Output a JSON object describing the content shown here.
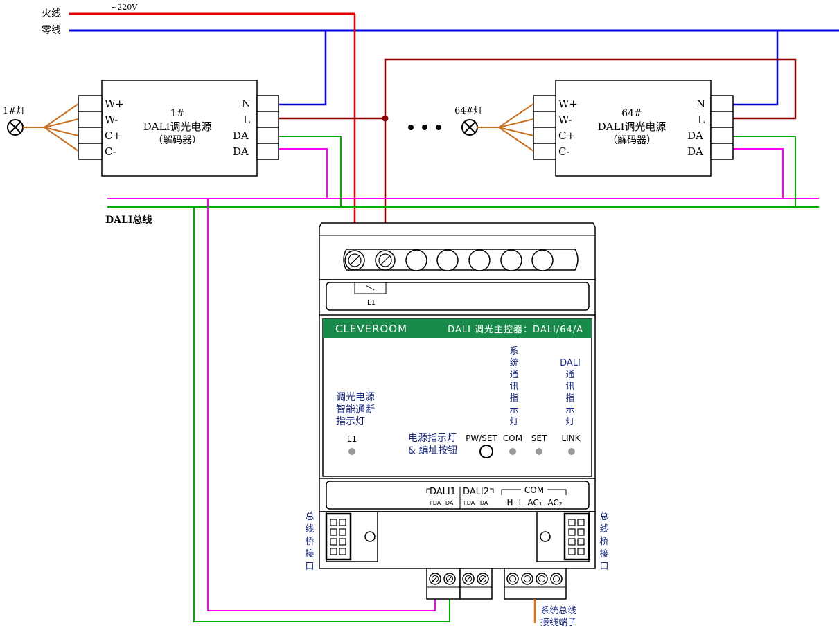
{
  "mains": {
    "live_label": "火线",
    "neutral_label": "零线",
    "voltage_label": "~220V"
  },
  "bus_label": "DALI总线",
  "driver_1": {
    "lamp_label": "1#灯",
    "title_num": "1#",
    "title": "DALI调光电源",
    "subtitle": "（解码器）",
    "left_terminals": [
      "W+",
      "W-",
      "C+",
      "C-"
    ],
    "right_terminals": [
      "N",
      "L",
      "DA",
      "DA"
    ]
  },
  "driver_64": {
    "lamp_label": "64#灯",
    "title_num": "64#",
    "title": "DALI调光电源",
    "subtitle": "（解码器）",
    "left_terminals": [
      "W+",
      "W-",
      "C+",
      "C-"
    ],
    "right_terminals": [
      "N",
      "L",
      "DA",
      "DA"
    ]
  },
  "controller": {
    "brand": "CLEVEROOM",
    "model": "DALI 调光主控器：DALI/64/A",
    "relay_label": "L1",
    "dimmer_status": [
      "调光电源",
      "智能通断",
      "指示灯"
    ],
    "l1_led": "L1",
    "power_indicator": [
      "电源指示灯",
      "& 编址按钮"
    ],
    "pwset_label": "PW/SET",
    "com_label": "COM",
    "set_label": "SET",
    "link_label": "LINK",
    "system_comm_indicator": [
      "系",
      "统",
      "通",
      "讯",
      "指",
      "示",
      "灯"
    ],
    "dali_comm_indicator": [
      "DALI",
      "通",
      "讯",
      "指",
      "示",
      "灯"
    ],
    "dali1_label": "DALI1",
    "dali2_label": "DALI2",
    "da_plus": "+DA",
    "da_minus": "-DA",
    "com_bottom_label": "COM",
    "com_pins": [
      "H",
      "L",
      "AC₁",
      "AC₂"
    ],
    "bridge_left": [
      "总",
      "线",
      "桥",
      "接",
      "口"
    ],
    "bridge_right": [
      "总",
      "线",
      "桥",
      "接",
      "口"
    ],
    "system_bus_terminal": [
      "系统总线",
      "接线端子"
    ]
  },
  "colors": {
    "live": "#e00000",
    "neutral": "#0000e0",
    "load_line": "#8b0000",
    "dali_da_plus": "#ff00ff",
    "dali_da_minus": "#00b000",
    "lamp_wire": "#c87020",
    "brand_green": "#1a8a4a"
  }
}
